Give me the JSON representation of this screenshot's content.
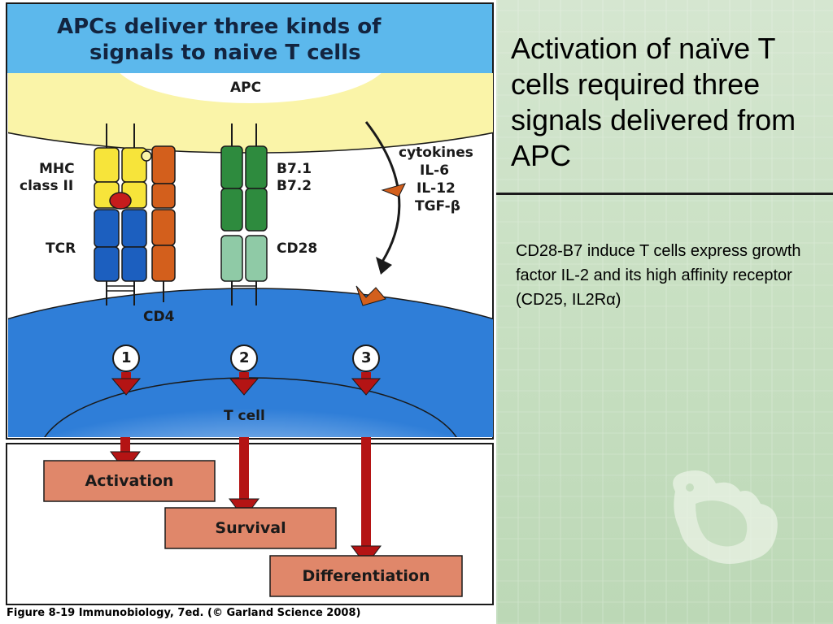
{
  "figure": {
    "title_line1": "APCs deliver three kinds of",
    "title_line2": "signals to naive T cells",
    "apc_label": "APC",
    "mhc_label_line1": "MHC",
    "mhc_label_line2": "class II",
    "tcr_label": "TCR",
    "cd4_label": "CD4",
    "b7_line1": "B7.1",
    "b7_line2": "B7.2",
    "cd28_label": "CD28",
    "cytokines_line1": "cytokines",
    "cytokines_line2": "IL-6",
    "cytokines_line3": "IL-12",
    "cytokines_line4": "TGF-β",
    "signal_1": "1",
    "signal_2": "2",
    "signal_3": "3",
    "tcell_label": "T cell",
    "outcome_activation": "Activation",
    "outcome_survival": "Survival",
    "outcome_differentiation": "Differentiation",
    "caption": "Figure 8-19  Immunobiology, 7ed. (© Garland Science 2008)"
  },
  "slide": {
    "title": "Activation of naïve T cells required three signals delivered from APC",
    "body": "CD28-B7 induce T cells express growth factor IL-2 and its high affinity receptor (CD25, IL2Rα)"
  },
  "colors": {
    "title_band": "#5cb8ec",
    "apc": "#faf4a8",
    "tcell": "#2f7ed8",
    "mhc": "#f7e43a",
    "tcr": "#1c5fbf",
    "cd4": "#d35f1c",
    "b7": "#2e8b3e",
    "cd28": "#8fcaa6",
    "arrow": "#b41414",
    "outcome_box": "#e0876a",
    "slide_bg": "#c9e0c3"
  }
}
